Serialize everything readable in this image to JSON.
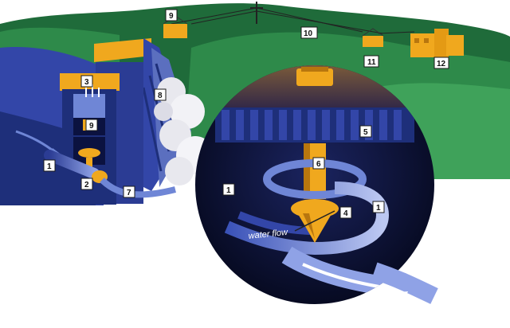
{
  "diagram": {
    "callouts": {
      "c1_left": "1",
      "c1_circle_left": "1",
      "c1_circle_right": "1",
      "c2": "2",
      "c3": "3",
      "c4": "4",
      "c5": "5",
      "c6": "6",
      "c7": "7",
      "c8": "8",
      "c9_house": "9",
      "c9_tower": "9",
      "c10": "10",
      "c11": "11",
      "c12": "12"
    },
    "flow_label": "water flow"
  },
  "colors": {
    "sky": "#ffffff",
    "hill_dark": "#1f6b3a",
    "hill_mid": "#2e8a4a",
    "hill_light": "#3fa25a",
    "water_dark": "#1e2f7a",
    "water_mid": "#3346a8",
    "water_light": "#6f86d6",
    "orange": "#f0a81e",
    "orange_dark": "#b8760e",
    "circle_bg": "#070a24",
    "dam_gray": "#5b6fbf",
    "spray": "#e8e8ee"
  }
}
